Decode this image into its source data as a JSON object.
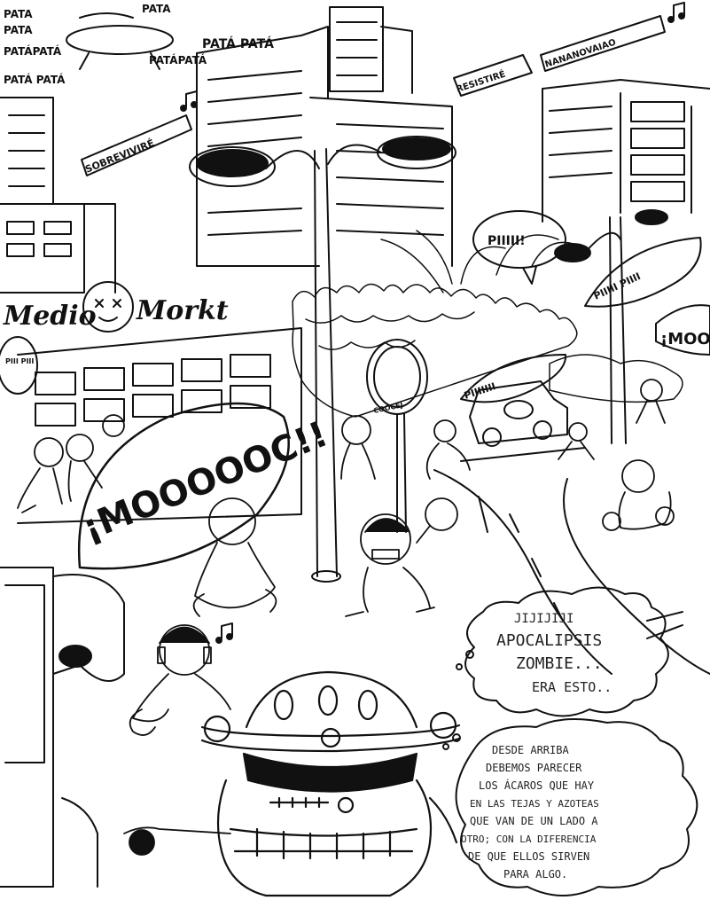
{
  "sfx": {
    "pata": [
      "PATA",
      "PATA",
      "PATÁPATÁ",
      "PATÁ PATÁ",
      "PATÁPATÁ",
      "PATA",
      "PATÁ PATÁ"
    ],
    "moooc_big": "¡MOOOOOC!!",
    "mooc_side": "¡MOOC",
    "piii_top": "PIIIII!",
    "piii_car": "PIIIIIII",
    "piii_left": "PIII PIII",
    "piii_sign": "PIIIII PIIII"
  },
  "song_banners": {
    "left": "SOBREVIVIRÉ",
    "right_lower": "RESISTIRÉ",
    "right_upper": "NANANOVAIAO"
  },
  "signs": {
    "store": "Medio",
    "store_2": "Morkt",
    "round_sign": "COOCEJ"
  },
  "speech": {
    "bubble1": [
      "JIJIJIJI",
      "APOCALIPSIS",
      "ZOMBIE...",
      "ERA ESTO.."
    ],
    "bubble2": [
      "DESDE ARRIBA",
      "DEBEMOS PARECER",
      "LOS ÁCAROS QUE HAY",
      "EN LAS TEJAS Y AZOTEAS",
      "QUE VAN DE UN LADO A",
      "OTRO; CON LA DIFERENCIA",
      "DE QUE ELLOS SIRVEN",
      "PARA ALGO."
    ]
  },
  "colors": {
    "ink": "#111111",
    "paper": "#ffffff",
    "shade": "#888888"
  }
}
